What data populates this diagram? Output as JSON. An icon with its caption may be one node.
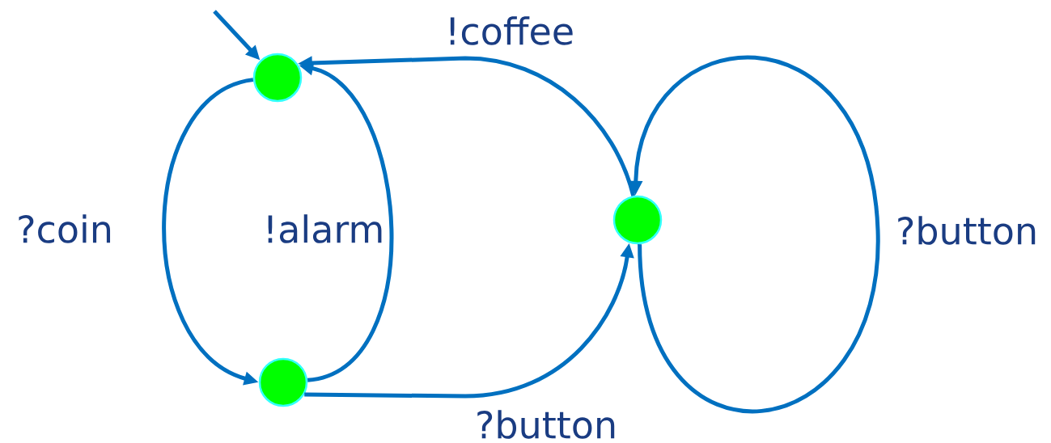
{
  "diagram": {
    "nodes": [
      {
        "text": [],
        "shape": "circle"
      },
      {
        "text": [],
        "shape": "circle"
      },
      {
        "text": [],
        "shape": "circle"
      }
    ],
    "edges": [
      {
        "from": null,
        "to": 0,
        "arrow": "to"
      },
      {
        "from": 0,
        "to": 1,
        "arrow": "to",
        "label": "?coin"
      },
      {
        "from": 1,
        "to": 0,
        "arrow": "to",
        "label": "!alarm"
      },
      {
        "from": 1,
        "to": 2,
        "arrow": "to",
        "label": "?button"
      },
      {
        "from": 2,
        "to": 0,
        "arrow": "to",
        "label": "!coffee"
      },
      {
        "from": 2,
        "to": 2,
        "arrow": "to",
        "label": "?button"
      }
    ]
  }
}
